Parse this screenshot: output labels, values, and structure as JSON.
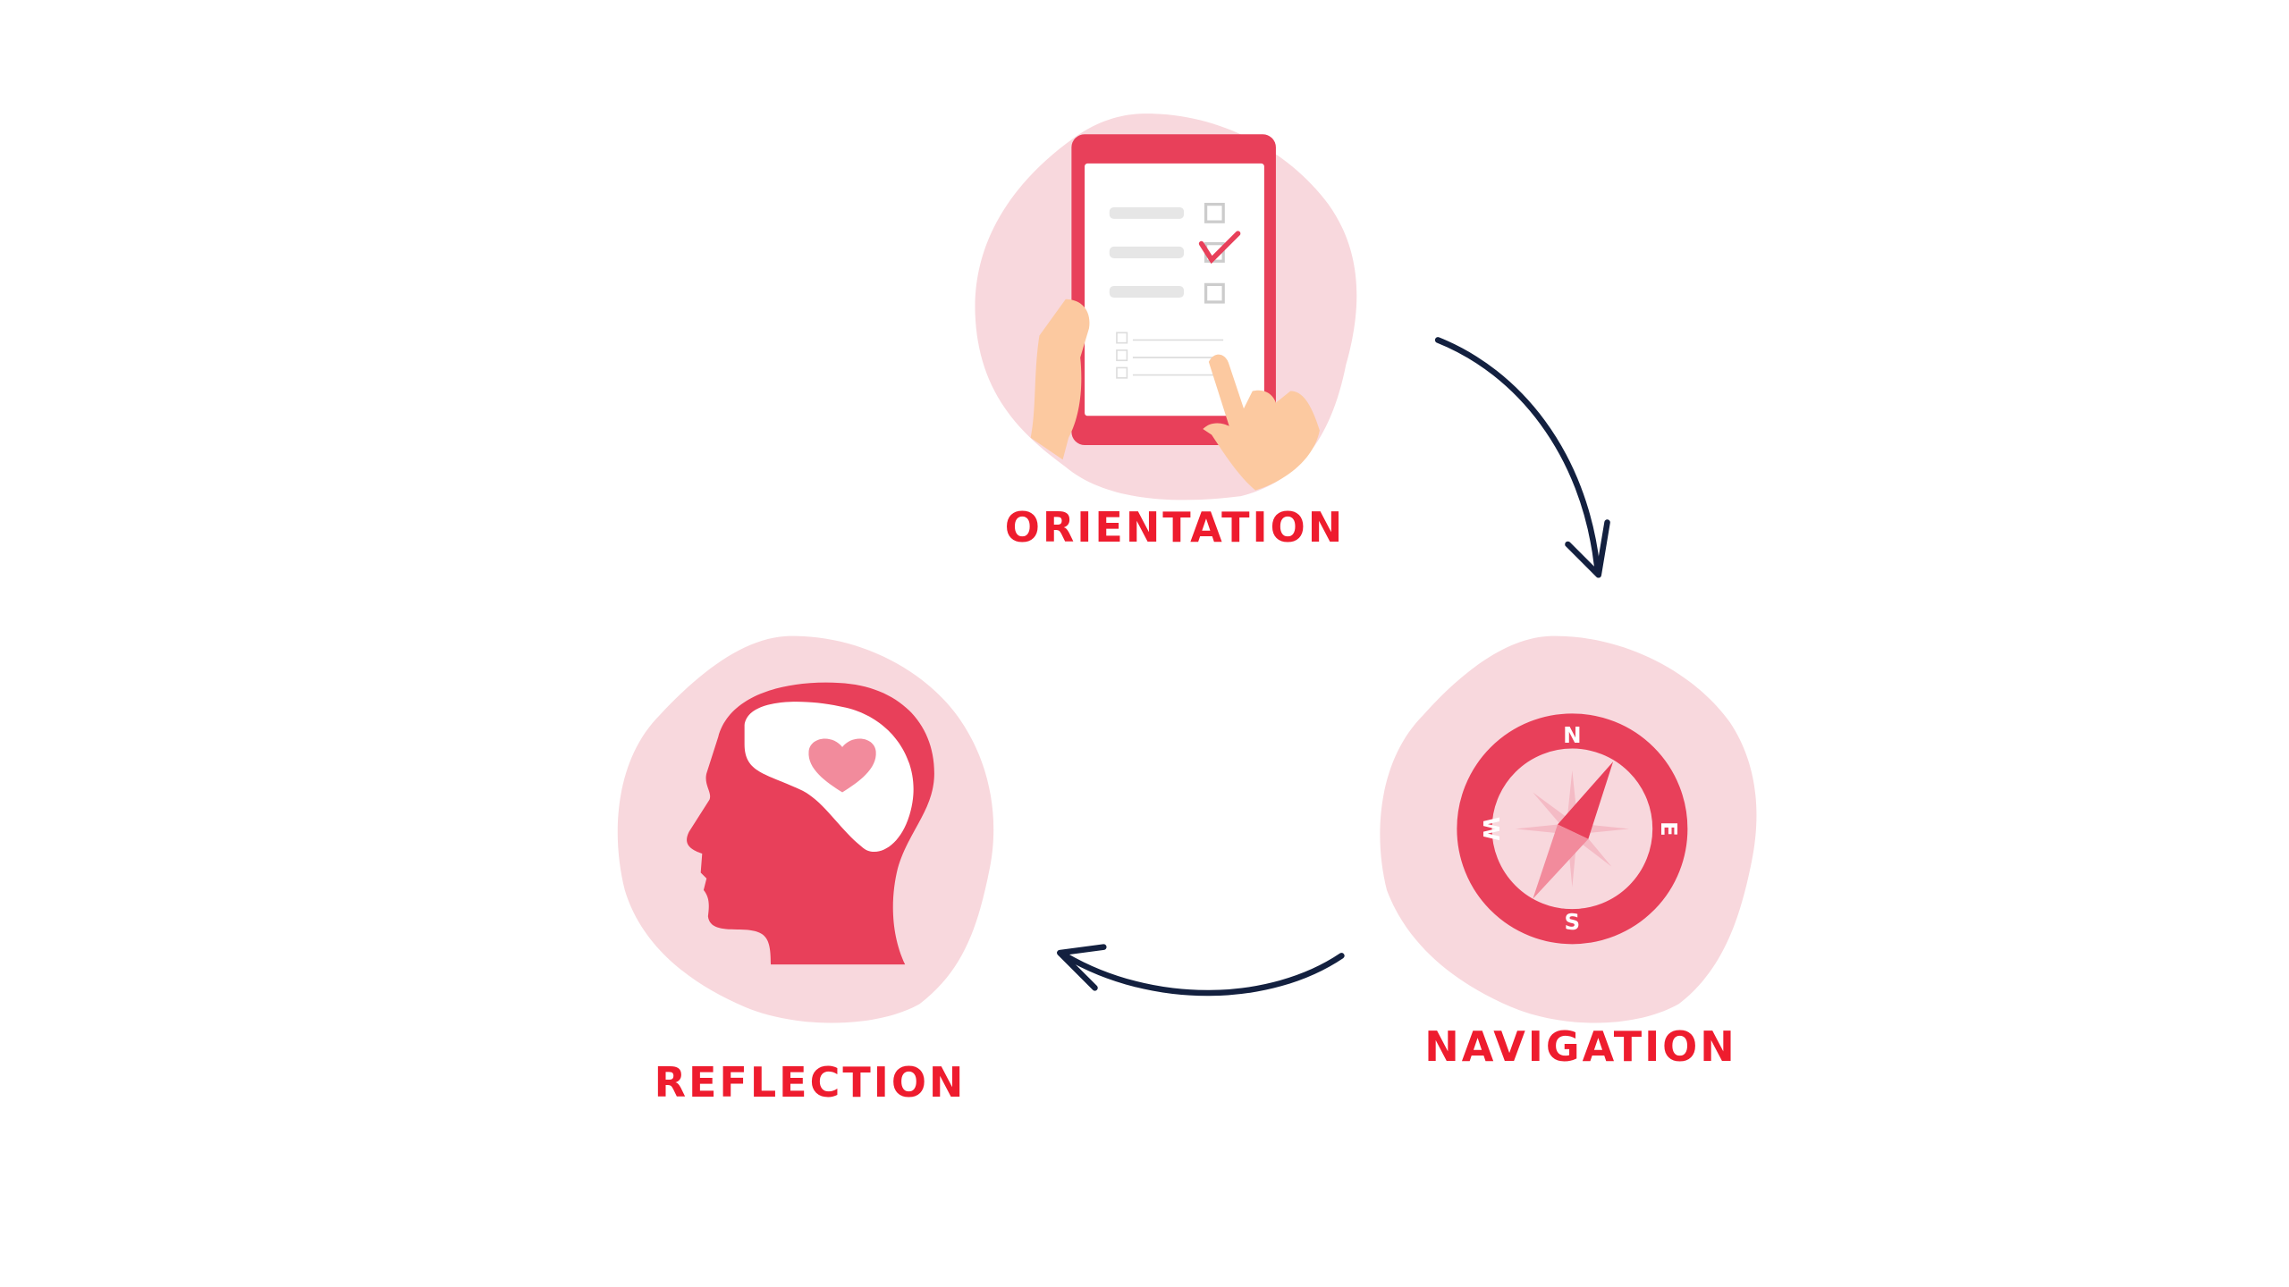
{
  "colors": {
    "accent": "#e8405a",
    "blob": "#f8d8dd",
    "label": "#ee1c2e",
    "arrow": "#13203f",
    "skin": "#fcc9a0"
  },
  "stages": [
    {
      "label": "ORIENTATION",
      "icon": "tablet-checklist-icon"
    },
    {
      "label": "NAVIGATION",
      "icon": "compass-icon"
    },
    {
      "label": "REFLECTION",
      "icon": "head-heart-icon"
    }
  ],
  "compass": {
    "n": "N",
    "e": "E",
    "s": "S",
    "w": "W"
  }
}
